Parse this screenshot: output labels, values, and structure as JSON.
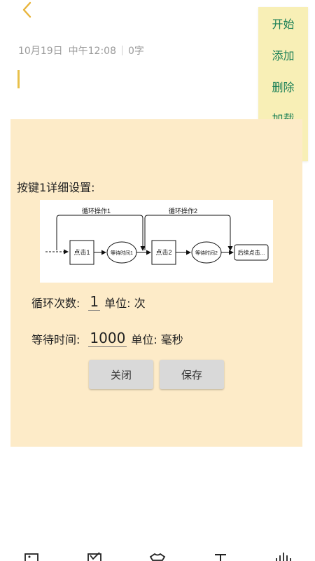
{
  "header": {
    "date": "10月19日",
    "time": "中午12:08",
    "word_count": "0字"
  },
  "side_menu": {
    "items": [
      "开始",
      "添加",
      "删除",
      "加载"
    ]
  },
  "dialog": {
    "title": "按键1详细设置:",
    "diagram": {
      "loop1": "循环操作1",
      "loop2": "循环操作2",
      "click1": "点击1",
      "wait1": "等待时间1",
      "click2": "点击2",
      "wait2": "等待时间2",
      "next": "后续点击..."
    },
    "loop_count": {
      "label": "循环次数:",
      "value": "1",
      "unit": "单位: 次"
    },
    "wait_time": {
      "label": "等待时间:",
      "value": "1000",
      "unit": "单位: 毫秒"
    },
    "close_label": "关闭",
    "save_label": "保存"
  },
  "colors": {
    "accent": "#e8c04a",
    "menu_bg": "#f8efb6",
    "menu_text": "#1a7f56",
    "dialog_bg": "#fdebc8"
  }
}
